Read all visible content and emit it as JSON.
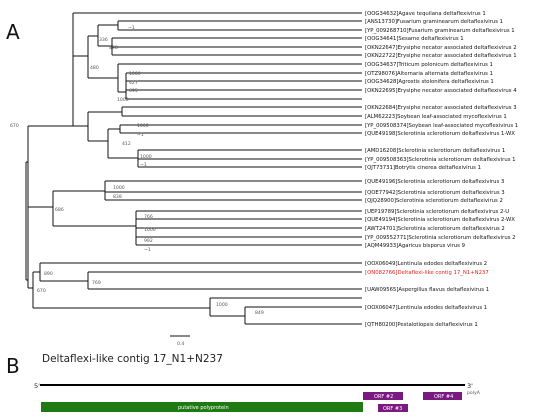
{
  "panel_a": {
    "label": "A",
    "scale_label": "0.4",
    "leaves": [
      "[OOG34632]Agave tequilana deltaflexivirus 1",
      "[ANS13730]Fusarium graminearum deltaflexivirus 1",
      "[YP_009268710]Fusarium graminearum deltaflexivirus 1",
      "[OOG34641]Sesame deltaflexivirus 1",
      "[OKN22647]Erysiphe necator associated deltaflexivirus 2",
      "[OKN22722]Erysiphe necator associated deltaflexivirus 1",
      "[OOG34637]Triticum polonicum deltaflexivirus 1",
      "[OTZ98076]Alternaria alternata deltaflexivirus 1",
      "[OOG34628]Agrostis stolonifera deltaflexivirus 1",
      "[OKN22695]Erysiphe necator associated deltaflexivirus 4",
      "[OKN22684]Erysiphe necator associated deltaflexivirus 3",
      "[ALM62223]Soybean leaf-associated mycoflexivirus 1",
      "[YP_009508374]Soybean leaf-associated mycoflexivirus 1",
      "[QUE49198]Sclerotinia sclerotiorum deltaflexivirus 1-WX",
      "[AMD16208]Sclerotinia sclerotiorum deltaflexivirus 1",
      "[YP_009508363]Sclerotinia sclerotiorum deltaflexivirus 1",
      "[QJT73731]Botrytis cinerea deltaflexivirus 1",
      "[QUE49196]Sclerotinia sclerotiorum deltaflexivirus 3",
      "[QOE77942]Sclerotinia sclerotiorum deltaflexivirus 3",
      "[QJQ28900]Sclerotinia sclerotiorum deltaflexivirus 2",
      "[UEP19789]Sclerotinia sclerotiorum deltaflexivirus 2-U",
      "[QUE49194]Sclerotinia sclerotiorum deltaflexivirus 2-WX",
      "[AWT24701]Sclerotinia sclerotiorum deltaflexivirus 2",
      "[YP_009552771]Sclerotinia sclerotiorum deltaflexivirus 2",
      "[AQM49933]Agaricus bisporus virus 9",
      "[OOX06049]Lentinula edodes deltaflexivirus 2",
      "[ON082766]Deltaflexi-like contig 17_N1+N237",
      "[UAW09565]Aspergillus flavus deltaflexivirus 1",
      "[OOX06047]Lentinula edodes deltaflexivirus 1",
      "[QTH80200]Pestalotiopsis deltaflexivirus 1"
    ],
    "highlight_index": 26,
    "highlight_color": "#e0201b",
    "bootstrap": {
      "n1": "~1",
      "n2": "336",
      "n3": "898",
      "n4": "480",
      "n5": "1000",
      "n6": "427",
      "n7": "695",
      "n8": "1000",
      "n9": "1000",
      "n10": "~1",
      "n11": "412",
      "n12": "1000",
      "n13": "~1",
      "n14": "1000",
      "n15": "838",
      "n16": "686",
      "n17": "766",
      "n18": "1000",
      "n19": "992",
      "n20": "~1",
      "n21": "890",
      "n22": "769",
      "n23": "670",
      "n24": "1000",
      "n25": "849",
      "n26": "670"
    }
  },
  "panel_b": {
    "label": "B",
    "title": "Deltaflexi-like contig 17_N1+N237",
    "five_prime": "5'",
    "three_prime": "3'",
    "three_prime_sub": "polyA",
    "orfs": {
      "polyprotein": "putative polyprotein",
      "orf2": "ORF #2",
      "orf3": "ORF #3",
      "orf4": "ORF #4"
    },
    "colors": {
      "polyprotein": "#1f7a14",
      "orf": "#7a1a80"
    }
  }
}
